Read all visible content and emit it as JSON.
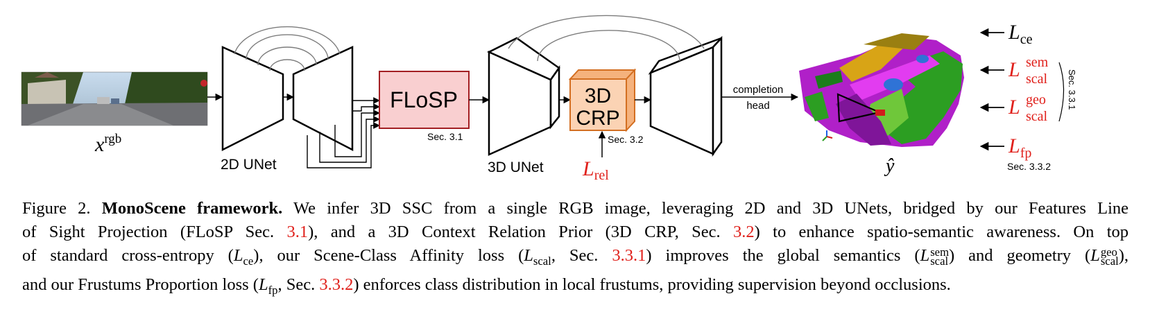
{
  "figure": {
    "input_label": "x",
    "input_sup": "rgb",
    "unet2d_label": "2D UNet",
    "flosp_label": "FLoSP",
    "flosp_section": "Sec. 3.1",
    "unet3d_label": "3D UNet",
    "crp_line1": "3D",
    "crp_line2": "CRP",
    "crp_section": "Sec. 3.2",
    "rel_loss_symbol": "L",
    "rel_loss_sub": "rel",
    "head_line1": "completion",
    "head_line2": "head",
    "output_label": "ŷ",
    "loss_ce_symbol": "L",
    "loss_ce_sub": "ce",
    "loss_scal_sem_symbol": "L",
    "loss_scal_sem_sup": "sem",
    "loss_scal_sem_sub": "scal",
    "loss_scal_geo_symbol": "L",
    "loss_scal_geo_sup": "geo",
    "loss_scal_geo_sub": "scal",
    "loss_fp_symbol": "L",
    "loss_fp_sub": "fp",
    "scal_section": "Sec. 3.3.1",
    "fp_section": "Sec. 3.3.2",
    "colors": {
      "red": "#e0201b",
      "flosp_fill": "#f9cfd0",
      "flosp_border": "#a31f23",
      "crp_front": "#fbd3b4",
      "crp_side": "#f5b27d",
      "crp_border": "#d36f22"
    }
  },
  "caption": {
    "fig_number": "Figure 2.",
    "title": "MonoScene framework.",
    "text_1": "We infer 3D SSC from a single RGB image, leveraging 2D and 3D UNets, bridged by our Features Line",
    "text_2": "of Sight Projection (FLoSP Sec.",
    "ref_1": "3.1",
    "text_3": "), and a 3D Context Relation Prior (3D CRP, Sec.",
    "ref_2": "3.2",
    "text_4": ") to enhance spatio-semantic awareness. On top",
    "text_5": "of standard cross-entropy (",
    "ce_sub": "ce",
    "text_6": "), our Scene-Class Affinity loss (",
    "scal_sub": "scal",
    "text_7": ", Sec.",
    "ref_3": "3.3.1",
    "text_8": ") improves the global semantics (",
    "sem_sup": "sem",
    "text_9": ") and geometry (",
    "geo_sup": "geo",
    "text_10": "),",
    "text_11": "and our Frustums Proportion loss (",
    "fp_sub": "fp",
    "text_12": ", Sec.",
    "ref_4": "3.3.2",
    "text_13": ") enforces class distribution in local frustums, providing supervision beyond occlusions.",
    "loss_symbol": "L"
  }
}
